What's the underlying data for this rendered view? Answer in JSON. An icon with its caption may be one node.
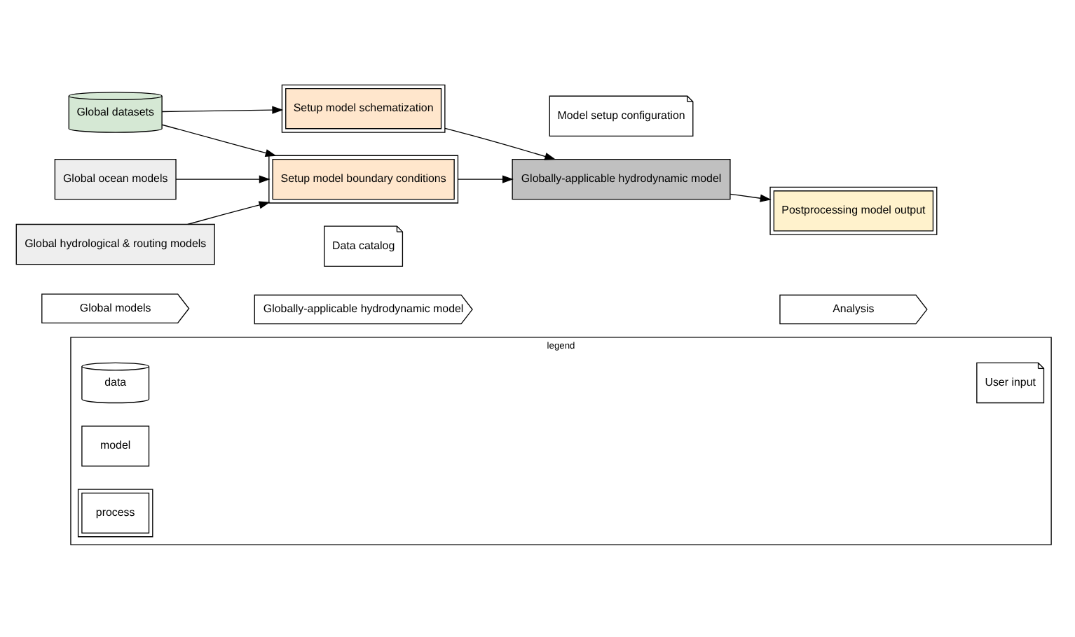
{
  "diagram": {
    "nodes": [
      {
        "text": [
          "Global datasets"
        ]
      },
      {
        "text": [
          "Global ocean models"
        ]
      },
      {
        "text": [
          "Global hydrological & routing models"
        ]
      },
      {
        "text": [
          "Setup model schematization"
        ]
      },
      {
        "text": [
          "Setup model boundary conditions"
        ]
      },
      {
        "text": [
          "Globally-applicable hydrodynamic model"
        ]
      },
      {
        "text": [
          "Postprocessing model output"
        ]
      },
      {
        "text": [
          "Data catalog"
        ]
      },
      {
        "text": [
          "Model setup configuration"
        ]
      },
      {
        "text": [
          "Global models"
        ]
      },
      {
        "text": [
          "Globally-applicable hydrodynamic model"
        ]
      },
      {
        "text": [
          "Analysis"
        ]
      },
      {
        "text": [
          "legend"
        ]
      },
      {
        "text": [
          "User input"
        ],
        "in": 12
      },
      {
        "text": [
          "data"
        ],
        "in": 12
      },
      {
        "text": [
          "model"
        ],
        "in": 12
      },
      {
        "text": [
          "process"
        ],
        "in": 12
      }
    ],
    "edges": [
      {
        "from": 0,
        "to": 3,
        "arrow": "to"
      },
      {
        "from": 0,
        "to": 4,
        "arrow": "to"
      },
      {
        "from": 1,
        "to": 4,
        "arrow": "to"
      },
      {
        "from": 2,
        "to": 4,
        "arrow": "to"
      },
      {
        "from": 3,
        "to": 5,
        "arrow": "to"
      },
      {
        "from": 4,
        "to": 5,
        "arrow": "to"
      },
      {
        "from": 5,
        "to": 6,
        "arrow": "to"
      }
    ]
  }
}
